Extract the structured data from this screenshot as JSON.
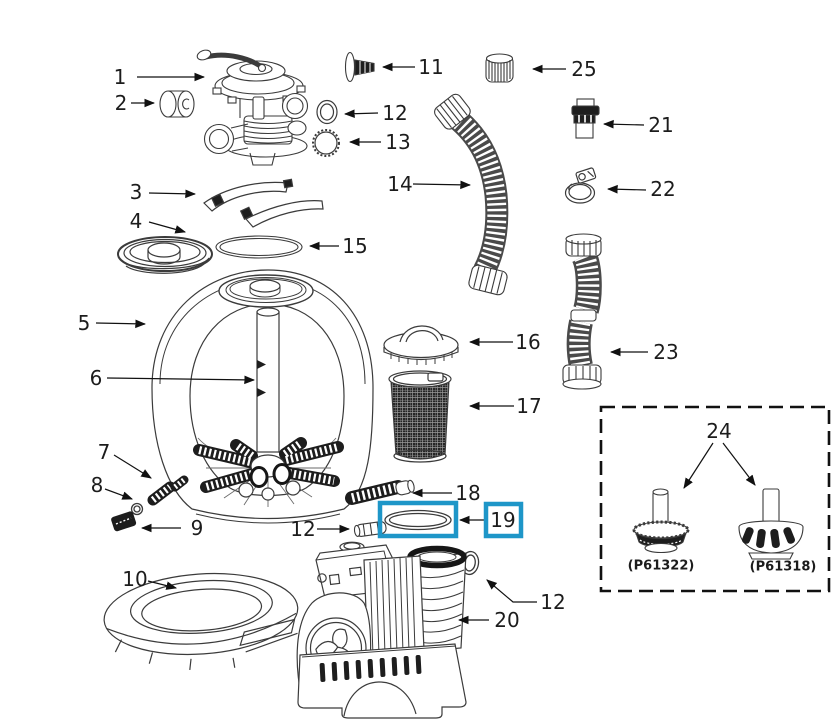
{
  "highlight_color": "#1e96c8",
  "callouts": {
    "c1": "1",
    "c2": "2",
    "c3": "3",
    "c4": "4",
    "c5": "5",
    "c6": "6",
    "c7": "7",
    "c8": "8",
    "c9": "9",
    "c10": "10",
    "c11": "11",
    "c12_top": "12",
    "c12_mid": "12",
    "c12_bottom": "12",
    "c13": "13",
    "c14": "14",
    "c15": "15",
    "c16": "16",
    "c17": "17",
    "c18": "18",
    "c19": "19",
    "c20": "20",
    "c21": "21",
    "c22": "22",
    "c23": "23",
    "c24": "24",
    "c25": "25"
  },
  "inset": {
    "label": "24",
    "left_code": "(P61322)",
    "right_code": "(P61318)"
  }
}
